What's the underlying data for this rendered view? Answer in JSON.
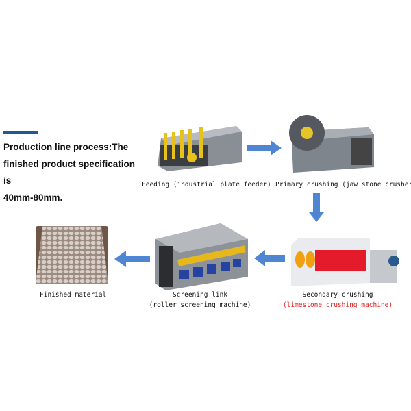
{
  "intro": {
    "line1": "Production line process:The",
    "line2": "finished product specification is",
    "line3": "40mm-80mm."
  },
  "steps": [
    {
      "label": "Feeding (industrial plate feeder)"
    },
    {
      "label": "Primary crushing (jaw stone crusher)"
    },
    {
      "label": "Secondary crushing",
      "sublabel": "(limestone crushing machine)"
    },
    {
      "label": "Screening link",
      "sublabel": "(roller screening machine)"
    },
    {
      "label": "Finished material"
    }
  ],
  "colors": {
    "arrow": "#4f86d4",
    "accent_bar": "#1f5a96",
    "highlight": "#e02020"
  }
}
